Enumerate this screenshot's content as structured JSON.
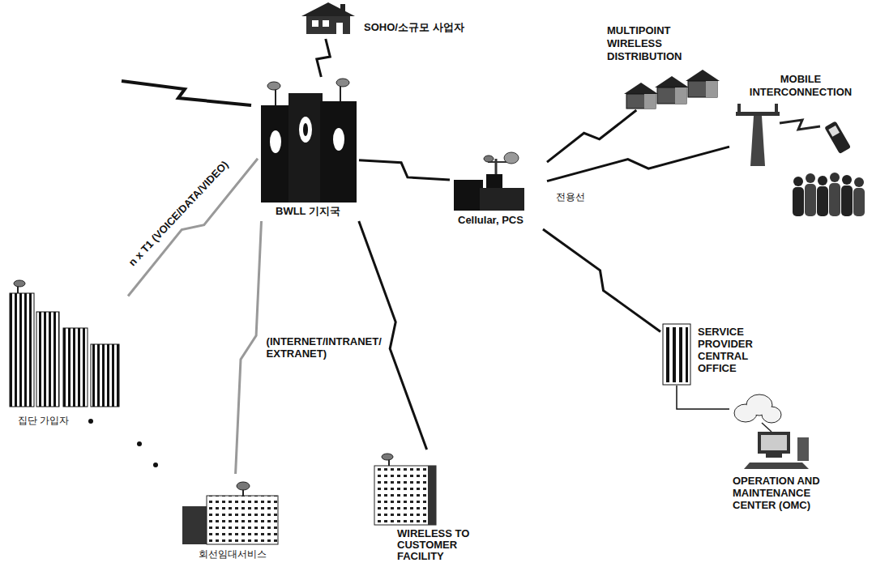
{
  "diagram": {
    "nodes": [
      {
        "text": [
          "SOHO/소규모 사업자"
        ]
      },
      {
        "text": [
          "MULTIPOINT WIRELESS DISTRIBUTION"
        ]
      },
      {
        "text": [
          "MOBILE INTERCONNECTION"
        ]
      },
      {
        "text": [
          "BWLL 기지국"
        ]
      },
      {
        "text": [
          "Cellular, PCS"
        ]
      },
      {
        "text": [
          "집단 가입자"
        ]
      },
      {
        "text": [
          "회선임대서비스"
        ]
      },
      {
        "text": [
          "WIRELESS TO CUSTOMER FACILITY"
        ]
      },
      {
        "text": [
          "SERVICE PROVIDER CENTRAL OFFICE"
        ]
      },
      {
        "text": [
          "OPERATION AND MAINTENANCE CENTER (OMC)"
        ]
      }
    ],
    "edges": [
      {
        "from": 3,
        "to": 0,
        "arrow": "none"
      },
      {
        "from": 3,
        "to": 4,
        "arrow": "none"
      },
      {
        "from": 3,
        "to": 5,
        "label": "n x T1 (VOICE/DATA/VIDEO)",
        "arrow": "none"
      },
      {
        "from": 3,
        "to": 6,
        "label": "(INTERNET/INTRANET/ EXTRANET)",
        "arrow": "none"
      },
      {
        "from": 3,
        "to": 7,
        "arrow": "none"
      },
      {
        "from": 4,
        "to": 1,
        "arrow": "none"
      },
      {
        "from": 4,
        "to": 2,
        "arrow": "none"
      },
      {
        "from": 4,
        "to": 8,
        "arrow": "none"
      },
      {
        "from": 8,
        "to": 9,
        "arrow": "none"
      }
    ],
    "labels": [
      "전용선"
    ]
  }
}
